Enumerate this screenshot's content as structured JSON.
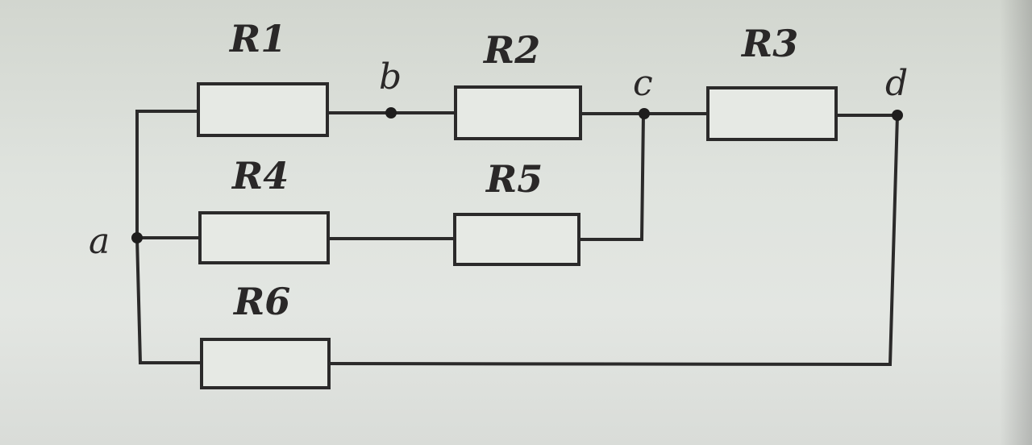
{
  "diagram": {
    "type": "resistor-circuit",
    "resistors": [
      {
        "id": "R1",
        "label": "R1",
        "from": "a",
        "to": "b"
      },
      {
        "id": "R2",
        "label": "R2",
        "from": "b",
        "to": "c"
      },
      {
        "id": "R3",
        "label": "R3",
        "from": "c",
        "to": "d"
      },
      {
        "id": "R4",
        "label": "R4",
        "from": "a",
        "to": "R4-R5 junction"
      },
      {
        "id": "R5",
        "label": "R5",
        "from": "R4-R5 junction",
        "to": "c"
      },
      {
        "id": "R6",
        "label": "R6",
        "from": "a",
        "to": "d"
      }
    ],
    "nodes": [
      {
        "id": "a",
        "label": "a"
      },
      {
        "id": "b",
        "label": "b"
      },
      {
        "id": "c",
        "label": "c"
      },
      {
        "id": "d",
        "label": "d"
      }
    ],
    "colors": {
      "ink": "#2b2a2a",
      "paper": "#dfe3de"
    }
  }
}
